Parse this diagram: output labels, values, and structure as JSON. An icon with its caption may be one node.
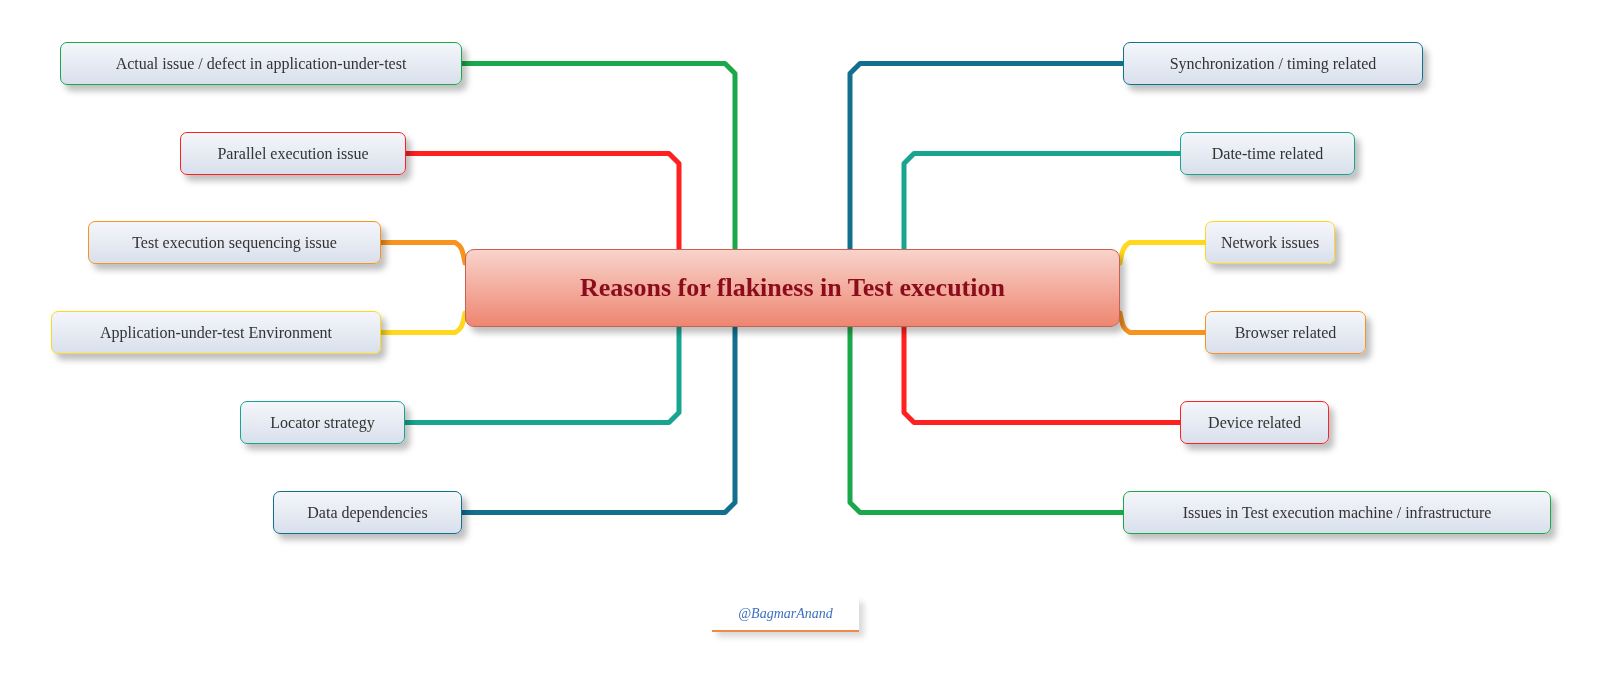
{
  "diagram": {
    "nodes": [
      {
        "text": [
          "Reasons for flakiness in Test execution"
        ]
      },
      {
        "text": [
          "Actual issue / defect in application-under-test"
        ]
      },
      {
        "text": [
          "Parallel execution issue"
        ]
      },
      {
        "text": [
          "Test execution sequencing issue"
        ]
      },
      {
        "text": [
          "Application-under-test Environment"
        ]
      },
      {
        "text": [
          "Locator strategy"
        ]
      },
      {
        "text": [
          "Data dependencies"
        ]
      },
      {
        "text": [
          "Synchronization / timing related"
        ]
      },
      {
        "text": [
          "Date-time related"
        ]
      },
      {
        "text": [
          "Network issues"
        ]
      },
      {
        "text": [
          "Browser related"
        ]
      },
      {
        "text": [
          "Device related"
        ]
      },
      {
        "text": [
          "Issues in Test execution machine / infrastructure"
        ]
      }
    ],
    "edges": [
      {
        "from": 0,
        "to": 1,
        "arrow": "none",
        "color": "#1aa84a"
      },
      {
        "from": 0,
        "to": 2,
        "arrow": "none",
        "color": "#ff2020"
      },
      {
        "from": 0,
        "to": 3,
        "arrow": "none",
        "color": "#f7931e"
      },
      {
        "from": 0,
        "to": 4,
        "arrow": "none",
        "color": "#ffd81f"
      },
      {
        "from": 0,
        "to": 5,
        "arrow": "none",
        "color": "#17a58f"
      },
      {
        "from": 0,
        "to": 6,
        "arrow": "none",
        "color": "#12708e"
      },
      {
        "from": 0,
        "to": 7,
        "arrow": "none",
        "color": "#12708e"
      },
      {
        "from": 0,
        "to": 8,
        "arrow": "none",
        "color": "#17a58f"
      },
      {
        "from": 0,
        "to": 9,
        "arrow": "none",
        "color": "#ffd81f"
      },
      {
        "from": 0,
        "to": 10,
        "arrow": "none",
        "color": "#f7931e"
      },
      {
        "from": 0,
        "to": 11,
        "arrow": "none",
        "color": "#ff2020"
      },
      {
        "from": 0,
        "to": 12,
        "arrow": "none",
        "color": "#1aa84a"
      }
    ],
    "labels": [
      "@BagmarAnand"
    ]
  }
}
